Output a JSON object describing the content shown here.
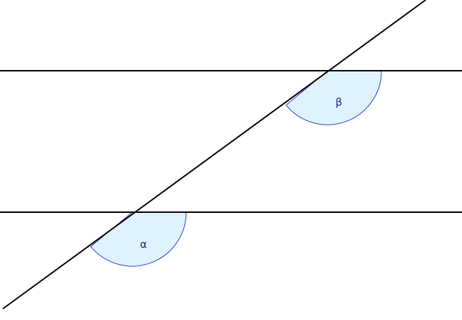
{
  "diagram": {
    "type": "parallel-lines-transversal",
    "line_color": "#000000",
    "angle_fill": "#dff3fc",
    "angle_stroke": "#2b3fd8",
    "label_color": "#1c2a80",
    "angles": [
      {
        "id": "alpha",
        "label": "α"
      },
      {
        "id": "beta",
        "label": "β"
      }
    ]
  }
}
